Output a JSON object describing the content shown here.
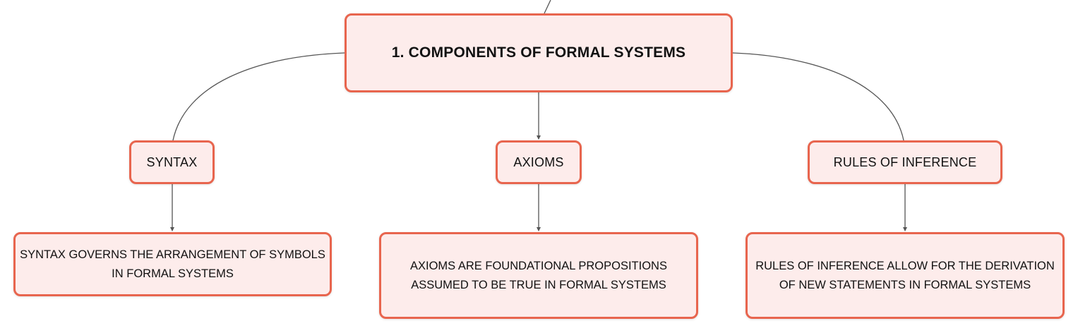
{
  "diagram": {
    "colors": {
      "node_border": "#e8654e",
      "node_fill": "#fdeceb",
      "connector": "#555555"
    },
    "root": {
      "title": "1. COMPONENTS OF FORMAL SYSTEMS"
    },
    "branches": [
      {
        "label": "SYNTAX",
        "detail_lines": [
          "SYNTAX GOVERNS THE ARRANGEMENT OF SYMBOLS",
          "IN FORMAL SYSTEMS"
        ]
      },
      {
        "label": "AXIOMS",
        "detail_lines": [
          "AXIOMS ARE FOUNDATIONAL PROPOSITIONS",
          "ASSUMED TO BE TRUE IN FORMAL SYSTEMS"
        ]
      },
      {
        "label": "RULES OF INFERENCE",
        "detail_lines": [
          "RULES OF INFERENCE ALLOW FOR THE DERIVATION",
          "OF NEW STATEMENTS IN FORMAL SYSTEMS"
        ]
      }
    ]
  }
}
